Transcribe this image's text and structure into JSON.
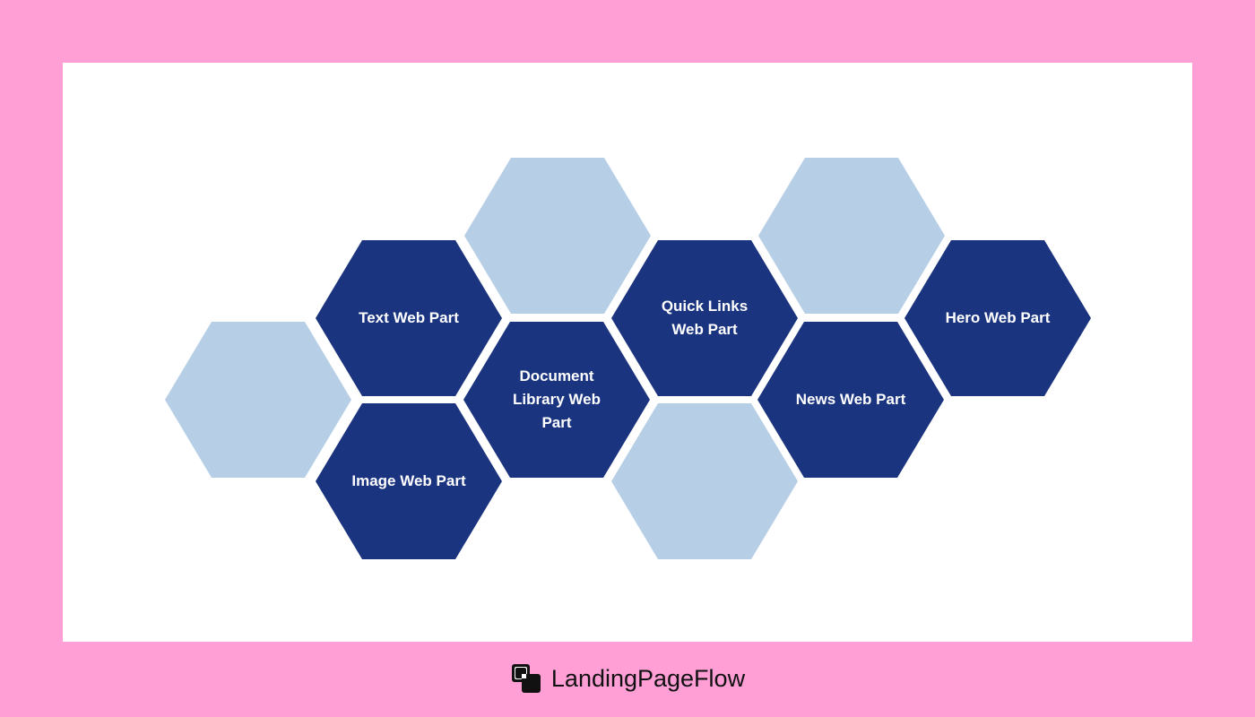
{
  "diagram": {
    "hexagons": [
      {
        "id": "light-1",
        "style": "light",
        "label": ""
      },
      {
        "id": "text",
        "style": "dark",
        "label": "Text Web Part"
      },
      {
        "id": "image",
        "style": "dark",
        "label": "Image Web Part"
      },
      {
        "id": "light-2",
        "style": "light",
        "label": ""
      },
      {
        "id": "document-library",
        "style": "dark",
        "label": "Document Library Web Part"
      },
      {
        "id": "quick-links",
        "style": "dark",
        "label": "Quick Links Web Part"
      },
      {
        "id": "light-3",
        "style": "light",
        "label": ""
      },
      {
        "id": "light-4",
        "style": "light",
        "label": ""
      },
      {
        "id": "news",
        "style": "dark",
        "label": "News Web Part"
      },
      {
        "id": "hero",
        "style": "dark",
        "label": "Hero Web Part"
      }
    ]
  },
  "brand": {
    "name": "LandingPageFlow",
    "icon": "landingpageflow-logo-icon"
  },
  "colors": {
    "background": "#ff9fd6",
    "card": "#ffffff",
    "hex_dark": "#1b3480",
    "hex_light": "#b6cfe6",
    "label": "#ffffff"
  }
}
